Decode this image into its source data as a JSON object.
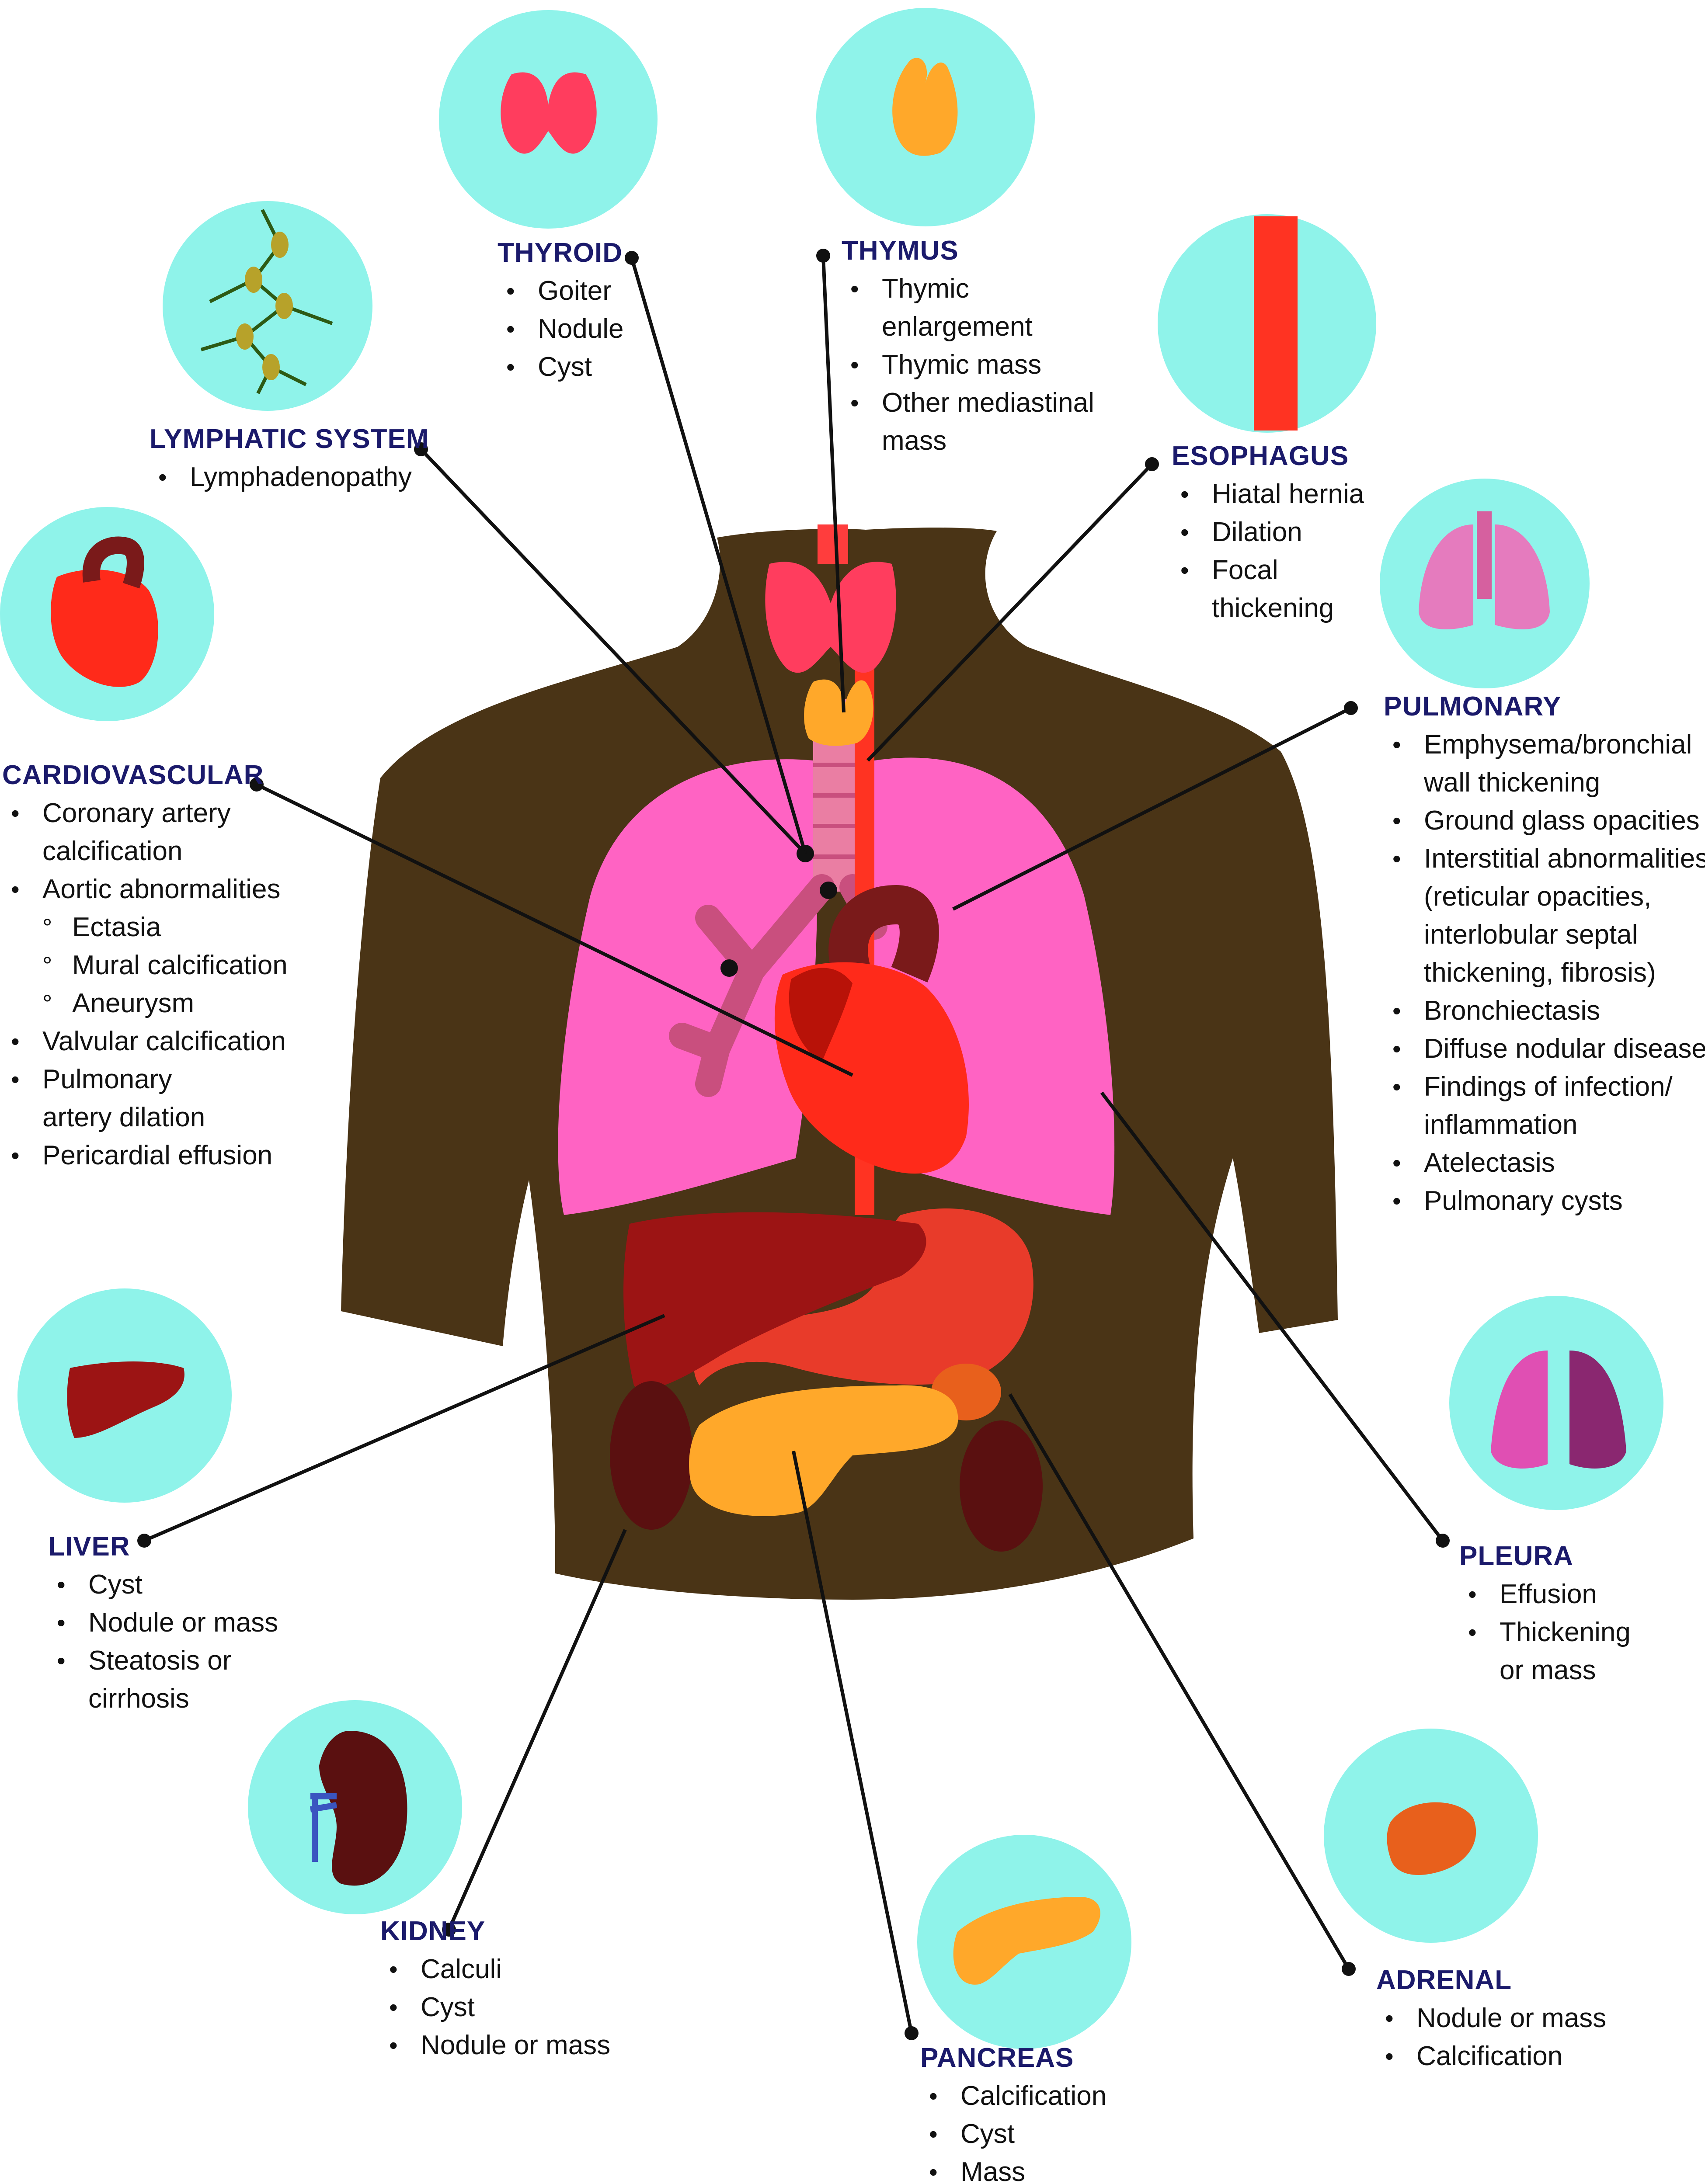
{
  "colors": {
    "heading": "#1b1a6b",
    "circle": "#8ff3ea",
    "body": "#4a3416",
    "lung": "#ff63c3",
    "heart": "#ff2a1a",
    "liver": "#9c1414",
    "pancreas": "#ffa82a",
    "thyroid": "#ff3d5e"
  },
  "sections": {
    "thyroid": {
      "title": "THYROID",
      "items": [
        "Goiter",
        "Nodule",
        "Cyst"
      ]
    },
    "thymus": {
      "title": "THYMUS",
      "items": [
        "Thymic",
        "enlargement",
        "Thymic mass",
        "Other mediastinal",
        "mass"
      ]
    },
    "lymphatic": {
      "title": "LYMPHATIC SYSTEM",
      "items": [
        "Lymphadenopathy"
      ]
    },
    "esophagus": {
      "title": "ESOPHAGUS",
      "items": [
        "Hiatal hernia",
        "Dilation",
        "Focal",
        "thickening"
      ]
    },
    "pulmonary": {
      "title": "PULMONARY",
      "items": [
        "Emphysema/bronchial",
        "wall thickening",
        "Ground glass opacities",
        "Interstitial abnormalities",
        "(reticular opacities,",
        "interlobular septal",
        "thickening, fibrosis)",
        "Bronchiectasis",
        "Diffuse nodular disease",
        "Findings of infection/",
        "inflammation",
        "Atelectasis",
        "Pulmonary cysts"
      ]
    },
    "cardiovascular": {
      "title": "CARDIOVASCULAR",
      "items": [
        "Coronary artery",
        "calcification",
        "Aortic abnormalities",
        "Ectasia",
        "Mural calcification",
        "Aneurysm",
        "Valvular calcification",
        "Pulmonary",
        "artery dilation",
        "Pericardial effusion"
      ]
    },
    "liver": {
      "title": "LIVER",
      "items": [
        "Cyst",
        "Nodule or mass",
        "Steatosis or",
        "cirrhosis"
      ]
    },
    "pleura": {
      "title": "PLEURA",
      "items": [
        "Effusion",
        "Thickening",
        "or mass"
      ]
    },
    "kidney": {
      "title": "KIDNEY",
      "items": [
        "Calculi",
        "Cyst",
        "Nodule or mass"
      ]
    },
    "pancreas": {
      "title": "PANCREAS",
      "items": [
        "Calcification",
        "Cyst",
        "Mass"
      ]
    },
    "adrenal": {
      "title": "ADRENAL",
      "items": [
        "Nodule or mass",
        "Calcification"
      ]
    }
  }
}
